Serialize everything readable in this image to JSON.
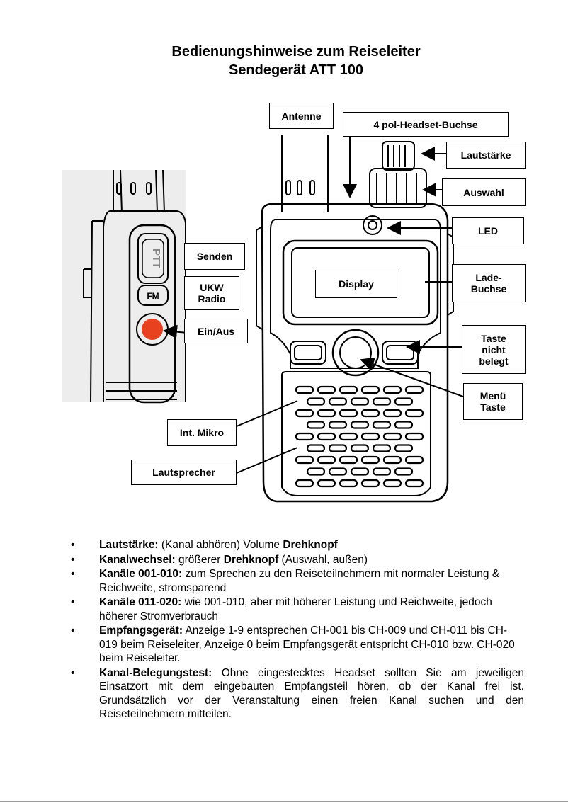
{
  "title": {
    "line1": "Bedienungshinweise zum Reiseleiter",
    "line2": "Sendegerät  ATT 100"
  },
  "labels": {
    "antenne": "Antenne",
    "headset": "4 pol-Headset-Buchse",
    "lautstaerke": "Lautstärke",
    "auswahl": "Auswahl",
    "led": "LED",
    "lade": "Lade-\nBuchse",
    "senden": "Senden",
    "ukw": "UKW\nRadio",
    "einaus": "Ein/Aus",
    "display": "Display",
    "taste": "Taste\nnicht\nbelegt",
    "menue": "Menü\nTaste",
    "mikro": "Int. Mikro",
    "lautsprecher": "Lautsprecher"
  },
  "device": {
    "ptt_text": "PTT",
    "fm_text": "FM",
    "power_color": "#e8411f"
  },
  "bullet_symbol": "•",
  "bullets": [
    {
      "bold": "Lautstärke:",
      "text": " (Kanal abhören) Volume ",
      "bold2": "Drehknopf",
      "text2": ""
    },
    {
      "bold": "Kanalwechsel:",
      "text": " größerer ",
      "bold2": "Drehknopf",
      "text2": " (Auswahl, außen)"
    },
    {
      "bold": "Kanäle 001-010:",
      "text": " zum Sprechen  zu den Reiseteilnehmern  mit normaler Leistung & Reichweite, stromsparend",
      "bold2": "",
      "text2": ""
    },
    {
      "bold": "Kanäle 011-020:",
      "text": " wie 001-010, aber mit höherer  Leistung und Reichweite, jedoch höherer Stromverbrauch",
      "bold2": "",
      "text2": ""
    },
    {
      "bold": "Empfangsgerät:",
      "text": " Anzeige 1-9 entsprechen CH-001 bis  CH-009 und CH-011 bis CH-019  beim Reiseleiter,  Anzeige 0 beim Empfangsgerät  entspricht CH-010 bzw. CH-020 beim Reiseleiter.",
      "bold2": "",
      "text2": ""
    },
    {
      "bold": "Kanal-Belegungstest:",
      "text": " Ohne eingestecktes Headset sollten Sie am jeweiligen Einsatzort mit dem eingebauten Empfangsteil hören, ob der Kanal frei ist. Grundsätzlich  vor der Veranstaltung einen freien Kanal suchen und den Reiseteilnehmern mitteilen.",
      "bold2": "",
      "text2": ""
    }
  ]
}
